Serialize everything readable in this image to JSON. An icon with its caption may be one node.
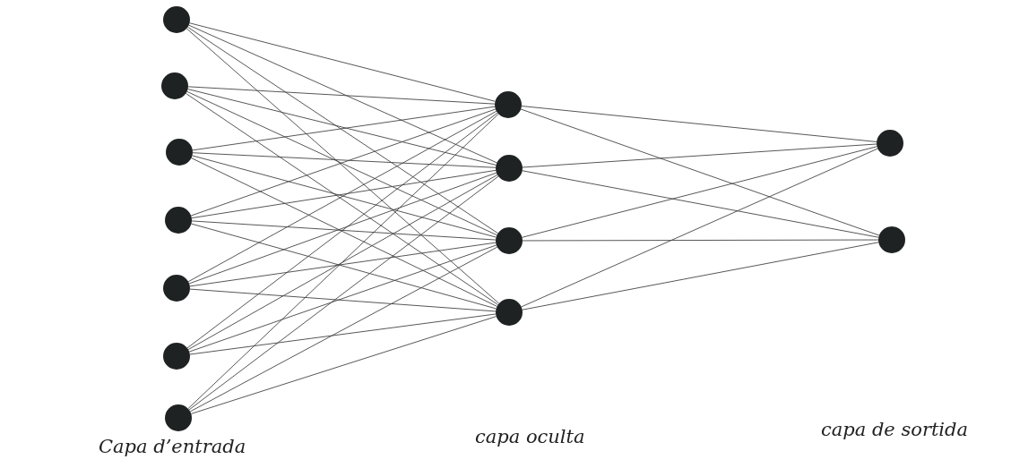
{
  "diagram": {
    "nodes": [
      {
        "text": [],
        "shape": "circle"
      },
      {
        "text": [],
        "shape": "circle"
      },
      {
        "text": [],
        "shape": "circle"
      },
      {
        "text": [],
        "shape": "circle"
      },
      {
        "text": [],
        "shape": "circle"
      },
      {
        "text": [],
        "shape": "circle"
      },
      {
        "text": [],
        "shape": "circle"
      },
      {
        "text": [],
        "shape": "circle"
      },
      {
        "text": [],
        "shape": "circle"
      },
      {
        "text": [],
        "shape": "circle"
      },
      {
        "text": [],
        "shape": "circle"
      },
      {
        "text": [],
        "shape": "circle"
      },
      {
        "text": [],
        "shape": "circle"
      }
    ],
    "edges": [
      {
        "from": 0,
        "to": 7,
        "arrow": "none"
      },
      {
        "from": 0,
        "to": 8,
        "arrow": "none"
      },
      {
        "from": 0,
        "to": 9,
        "arrow": "none"
      },
      {
        "from": 0,
        "to": 10,
        "arrow": "none"
      },
      {
        "from": 1,
        "to": 7,
        "arrow": "none"
      },
      {
        "from": 1,
        "to": 8,
        "arrow": "none"
      },
      {
        "from": 1,
        "to": 9,
        "arrow": "none"
      },
      {
        "from": 1,
        "to": 10,
        "arrow": "none"
      },
      {
        "from": 2,
        "to": 7,
        "arrow": "none"
      },
      {
        "from": 2,
        "to": 8,
        "arrow": "none"
      },
      {
        "from": 2,
        "to": 9,
        "arrow": "none"
      },
      {
        "from": 2,
        "to": 10,
        "arrow": "none"
      },
      {
        "from": 3,
        "to": 7,
        "arrow": "none"
      },
      {
        "from": 3,
        "to": 8,
        "arrow": "none"
      },
      {
        "from": 3,
        "to": 9,
        "arrow": "none"
      },
      {
        "from": 3,
        "to": 10,
        "arrow": "none"
      },
      {
        "from": 4,
        "to": 7,
        "arrow": "none"
      },
      {
        "from": 4,
        "to": 8,
        "arrow": "none"
      },
      {
        "from": 4,
        "to": 9,
        "arrow": "none"
      },
      {
        "from": 4,
        "to": 10,
        "arrow": "none"
      },
      {
        "from": 5,
        "to": 7,
        "arrow": "none"
      },
      {
        "from": 5,
        "to": 8,
        "arrow": "none"
      },
      {
        "from": 5,
        "to": 9,
        "arrow": "none"
      },
      {
        "from": 5,
        "to": 10,
        "arrow": "none"
      },
      {
        "from": 6,
        "to": 7,
        "arrow": "none"
      },
      {
        "from": 6,
        "to": 8,
        "arrow": "none"
      },
      {
        "from": 6,
        "to": 9,
        "arrow": "none"
      },
      {
        "from": 6,
        "to": 10,
        "arrow": "none"
      },
      {
        "from": 7,
        "to": 11,
        "arrow": "none"
      },
      {
        "from": 7,
        "to": 12,
        "arrow": "none"
      },
      {
        "from": 8,
        "to": 11,
        "arrow": "none"
      },
      {
        "from": 8,
        "to": 12,
        "arrow": "none"
      },
      {
        "from": 9,
        "to": 11,
        "arrow": "none"
      },
      {
        "from": 9,
        "to": 12,
        "arrow": "none"
      },
      {
        "from": 10,
        "to": 11,
        "arrow": "none"
      },
      {
        "from": 10,
        "to": 12,
        "arrow": "none"
      }
    ],
    "labels": [
      "Capa d’entrada",
      "capa oculta",
      "capa de sortida"
    ]
  }
}
